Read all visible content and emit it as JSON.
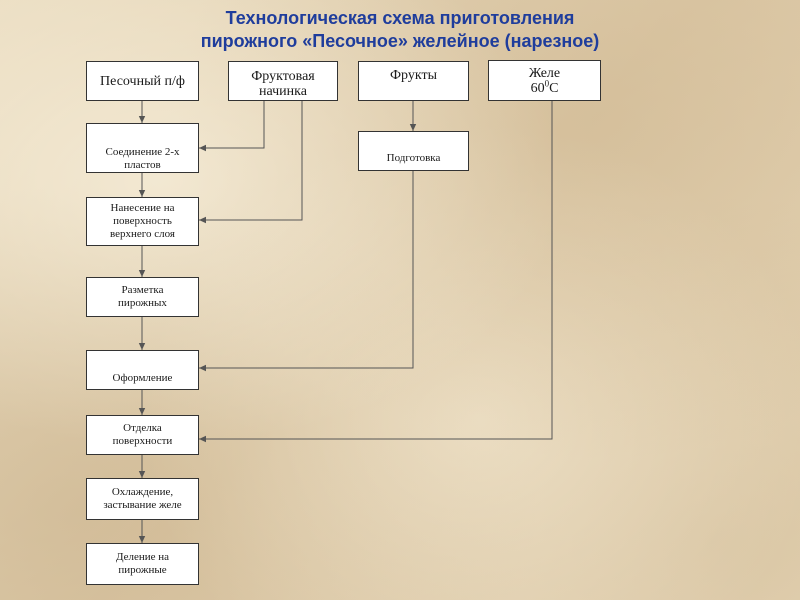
{
  "title": {
    "line1": "Технологическая схема приготовления",
    "line2": "пирожного «Песочное» желейное (нарезное)"
  },
  "inputs": {
    "sand_base": "Песочный п/ф",
    "fruit_filling": "Фруктовая начинка",
    "fruits": "Фрукты",
    "jelly": {
      "name": "Желе",
      "temp_value": "60",
      "temp_degree": "0",
      "temp_unit": "С"
    }
  },
  "steps": {
    "prep": "Подготовка",
    "join_layers": "Соединение 2-х пластов",
    "apply_top": "Нанесение на поверхность верхнего слоя",
    "marking": "Разметка пирожных",
    "decoration": "Оформление",
    "surface_finish": "Отделка поверхности",
    "cooling": "Охлаждение, застывание желе",
    "dividing": "Деление на пирожные"
  },
  "colors": {
    "title": "#1f3d9c",
    "box_border": "#333333",
    "connector": "#555555"
  }
}
